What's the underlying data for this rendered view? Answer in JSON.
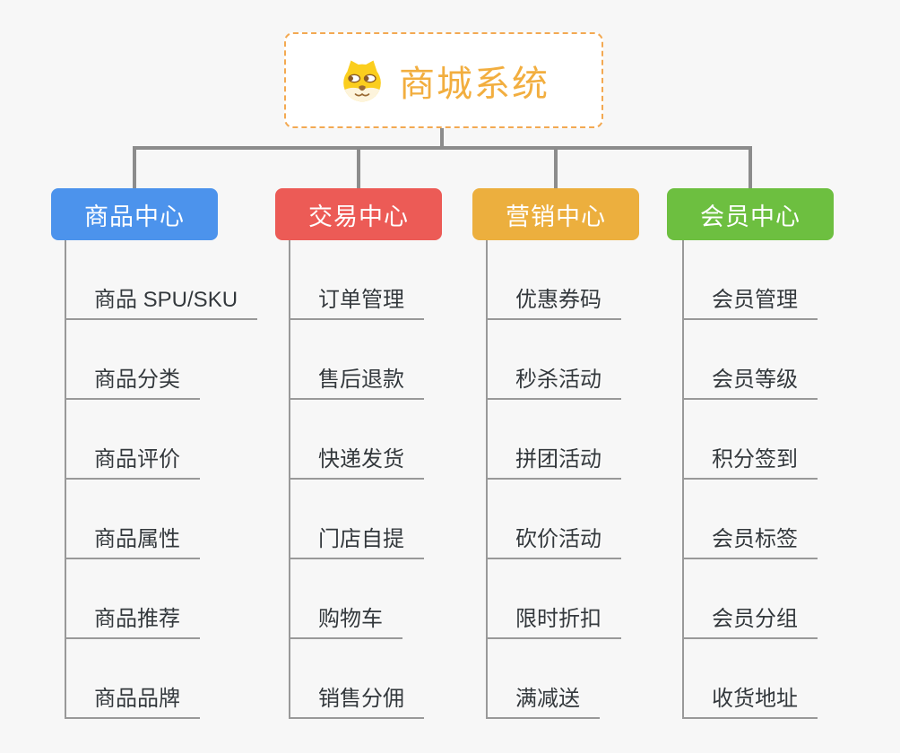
{
  "root": {
    "title": "商城系统",
    "icon": "doge-icon"
  },
  "branches": [
    {
      "label": "商品中心",
      "color": "#4C93EC",
      "items": [
        "商品 SPU/SKU",
        "商品分类",
        "商品评价",
        "商品属性",
        "商品推荐",
        "商品品牌"
      ]
    },
    {
      "label": "交易中心",
      "color": "#EC5B56",
      "items": [
        "订单管理",
        "售后退款",
        "快递发货",
        "门店自提",
        "购物车",
        "销售分佣"
      ]
    },
    {
      "label": "营销中心",
      "color": "#ECAF3E",
      "items": [
        "优惠券码",
        "秒杀活动",
        "拼团活动",
        "砍价活动",
        "限时折扣",
        "满减送"
      ]
    },
    {
      "label": "会员中心",
      "color": "#6DBF40",
      "items": [
        "会员管理",
        "会员等级",
        "积分签到",
        "会员标签",
        "会员分组",
        "收货地址"
      ]
    }
  ],
  "colors": {
    "background": "#F7F7F7",
    "root_border": "#F3A952",
    "root_title": "#F2AE3F",
    "connector": "#8C8C8C",
    "item_line": "#999999",
    "item_text": "#33383C"
  }
}
